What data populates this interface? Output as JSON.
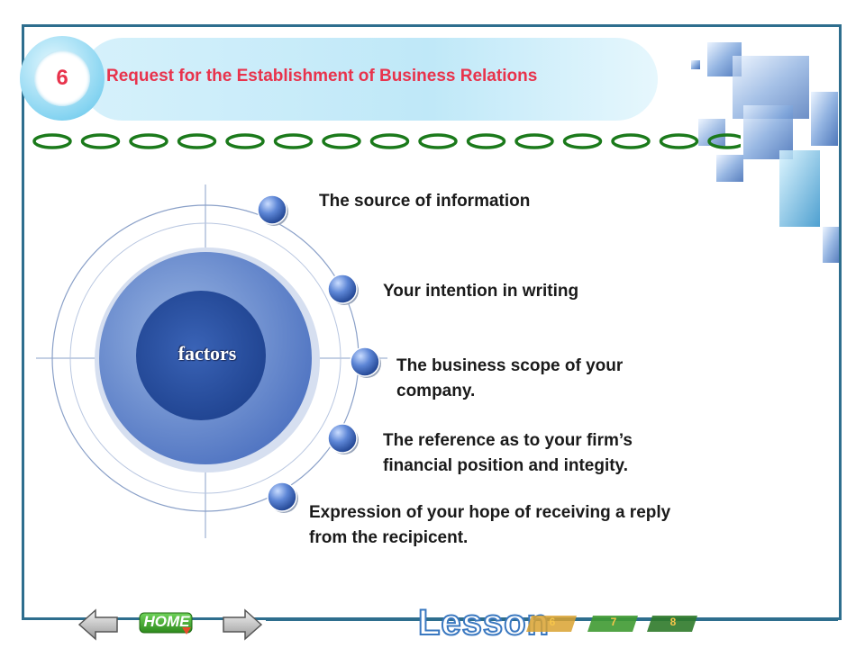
{
  "slide": {
    "number": "6",
    "title": "Request for the Establishment of Business Relations"
  },
  "diagram": {
    "center_label": "factors",
    "items": [
      {
        "lines": [
          "The source of information"
        ]
      },
      {
        "lines": [
          "Your intention in writing"
        ]
      },
      {
        "lines": [
          "The business scope of your",
          "company."
        ]
      },
      {
        "lines": [
          "The reference as to your firm’s",
          "financial position and integity."
        ]
      },
      {
        "lines": [
          "Expression of your hope of receiving a reply",
          "from the recipicent."
        ]
      }
    ]
  },
  "nav": {
    "home_label": "HOME",
    "lesson_label": "Lesson",
    "lesson_numbers": [
      "6",
      "7",
      "8"
    ]
  },
  "colors": {
    "title": "#e8334c",
    "frame": "#2e6e8e",
    "circle_dark": "#27509f",
    "circle_light": "#7d9fd6",
    "chain": "#1b7a1b"
  }
}
